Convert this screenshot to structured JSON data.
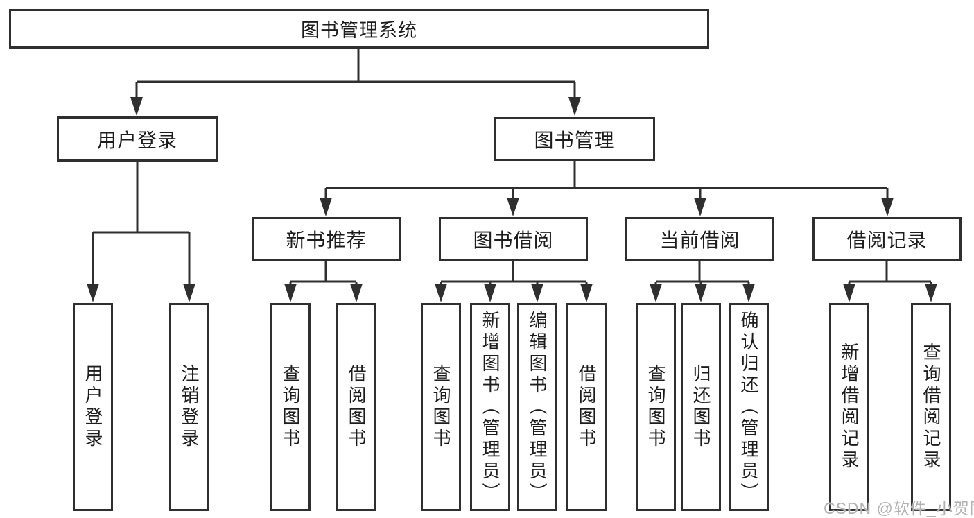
{
  "colors": {
    "line": "#2f2f2f",
    "text": "#1c1c1c",
    "background": "#ffffff",
    "watermark": "#b1b1b1"
  },
  "diagram": {
    "root": {
      "label": "图书管理系统",
      "children": [
        {
          "label": "用户登录",
          "children": [
            {
              "label": "用户登录"
            },
            {
              "label": "注销登录"
            }
          ]
        },
        {
          "label": "图书管理",
          "children": [
            {
              "label": "新书推荐",
              "children": [
                {
                  "label": "查询图书"
                },
                {
                  "label": "借阅图书"
                }
              ]
            },
            {
              "label": "图书借阅",
              "children": [
                {
                  "label": "查询图书"
                },
                {
                  "label": "新增图书（管理员）"
                },
                {
                  "label": "编辑图书（管理员）"
                },
                {
                  "label": "借阅图书"
                }
              ]
            },
            {
              "label": "当前借阅",
              "children": [
                {
                  "label": "查询图书"
                },
                {
                  "label": "归还图书"
                },
                {
                  "label": "确认归还（管理员）"
                }
              ]
            },
            {
              "label": "借阅记录",
              "children": [
                {
                  "label": "新增借阅记录"
                },
                {
                  "label": "查询借阅记录"
                }
              ]
            }
          ]
        }
      ]
    }
  },
  "watermark": {
    "text": "CSDN @软件_小贺同学"
  }
}
